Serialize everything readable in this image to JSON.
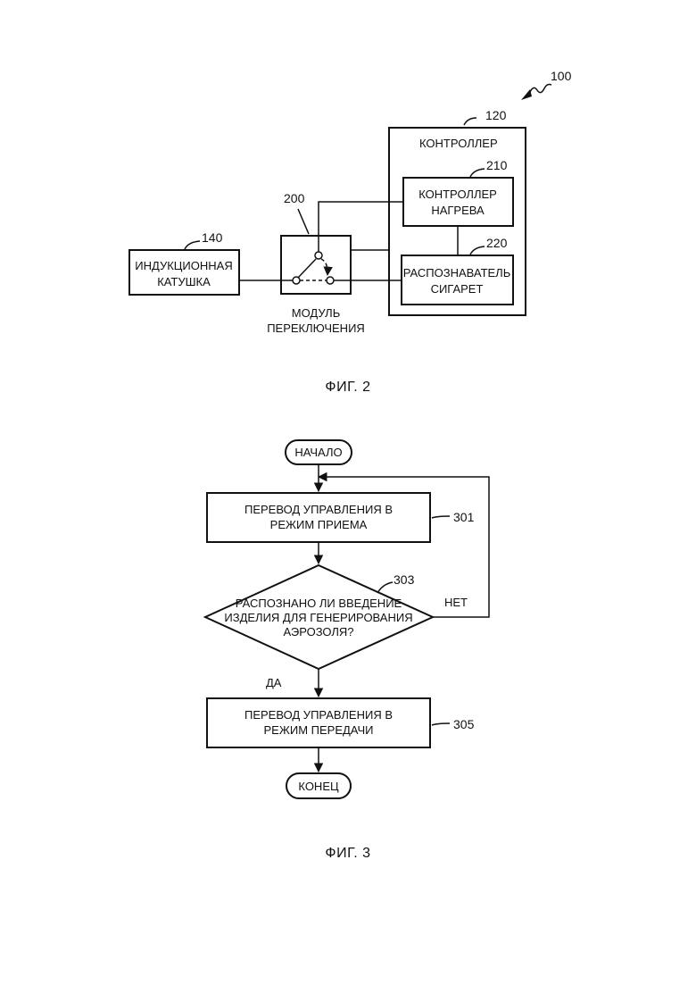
{
  "fig2": {
    "system_ref": "100",
    "controller": {
      "ref": "120",
      "label": "КОНТРОЛЛЕР"
    },
    "heating_controller": {
      "ref": "210",
      "line1": "КОНТРОЛЛЕР",
      "line2": "НАГРЕВА"
    },
    "cigarette_recognizer": {
      "ref": "220",
      "line1": "РАСПОЗНАВАТЕЛЬ",
      "line2": "СИГАРЕТ"
    },
    "switching_module": {
      "ref": "200",
      "line1": "МОДУЛЬ",
      "line2": "ПЕРЕКЛЮЧЕНИЯ"
    },
    "induction_coil": {
      "ref": "140",
      "line1": "ИНДУКЦИОННАЯ",
      "line2": "КАТУШКА"
    },
    "caption": "ФИГ. 2"
  },
  "fig3": {
    "start": "НАЧАЛО",
    "step301": {
      "ref": "301",
      "line1": "ПЕРЕВОД УПРАВЛЕНИЯ В",
      "line2": "РЕЖИМ ПРИЕМА"
    },
    "decision303": {
      "ref": "303",
      "line1": "РАСПОЗНАНО ЛИ ВВЕДЕНИЕ",
      "line2": "ИЗДЕЛИЯ ДЛЯ ГЕНЕРИРОВАНИЯ",
      "line3": "АЭРОЗОЛЯ?"
    },
    "no_label": "НЕТ",
    "yes_label": "ДА",
    "step305": {
      "ref": "305",
      "line1": "ПЕРЕВОД УПРАВЛЕНИЯ В",
      "line2": "РЕЖИМ ПЕРЕДАЧИ"
    },
    "end": "КОНЕЦ",
    "caption": "ФИГ. 3"
  }
}
